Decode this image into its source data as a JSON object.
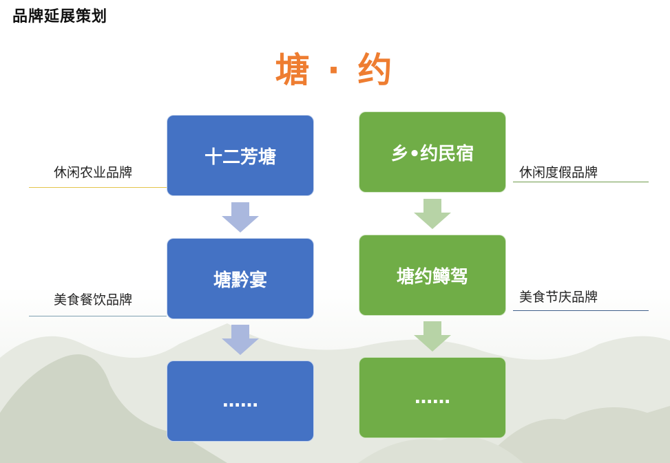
{
  "page_title": "品牌延展策划",
  "main_title": "塘 · 约",
  "left_column": {
    "boxes": [
      "十二芳塘",
      "塘黔宴",
      "……"
    ],
    "labels": [
      "休闲农业品牌",
      "美食餐饮品牌"
    ]
  },
  "right_column": {
    "boxes": [
      "乡•约民宿",
      "塘约鳟驾",
      "……"
    ],
    "labels": [
      "休闲度假品牌",
      "美食节庆品牌"
    ]
  },
  "colors": {
    "blue_box": "#4472c4",
    "green_box": "#70ad47",
    "blue_arrow": "#aab8de",
    "green_arrow": "#b7d3a6",
    "title_orange": "#ee7d31"
  }
}
